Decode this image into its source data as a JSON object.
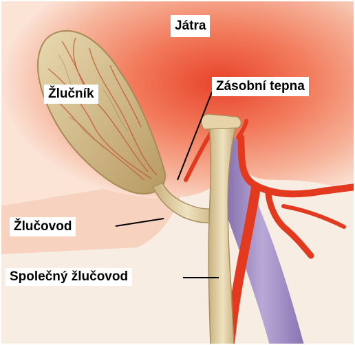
{
  "diagram": {
    "labels": {
      "liver": "Játra",
      "gallbladder": "Žlučník",
      "artery": "Zásobní tepna",
      "cystic_duct": "Žlučovod",
      "common_duct": "Společný žlučovod"
    },
    "colors": {
      "liver": "#f3a58a",
      "liver_glow": "#e94a2c",
      "gallbladder": "#d6c08e",
      "duct": "#d8c49a",
      "artery": "#e8361c",
      "vein": "#9c86c0"
    }
  }
}
